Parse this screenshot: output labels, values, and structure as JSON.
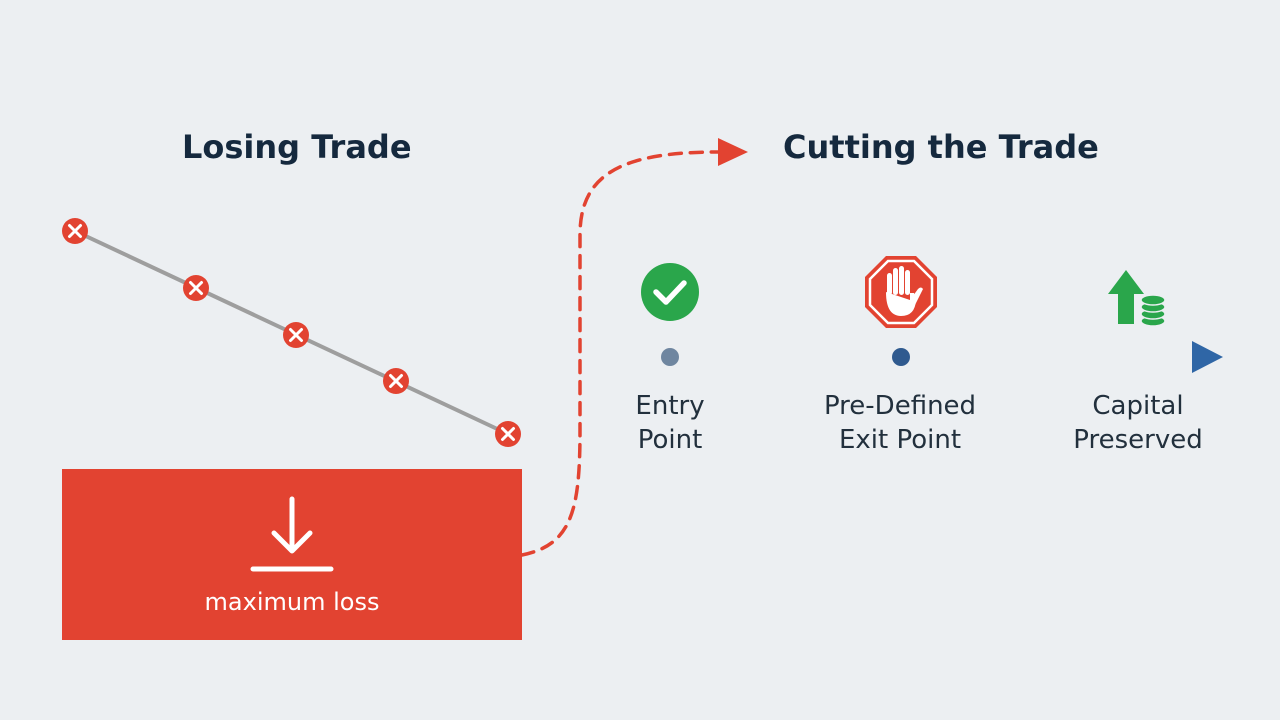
{
  "diagram": {
    "left_heading": "Losing Trade",
    "right_heading": "Cutting the Trade",
    "loss_label": "maximum loss",
    "stages": [
      {
        "line1": "Entry",
        "line2": "Point",
        "icon": "check-circle-icon",
        "color": "#2aa64b"
      },
      {
        "line1": "Pre-Defined",
        "line2": "Exit Point",
        "icon": "stop-hand-icon",
        "color": "#e24331"
      },
      {
        "line1": "Capital",
        "line2": "Preserved",
        "icon": "arrow-up-coins-icon",
        "color": "#2aa64b"
      }
    ]
  },
  "colors": {
    "loss_red": "#e24331",
    "timeline_blue": "#2f66a6",
    "heading_navy": "#15293e",
    "success_green": "#2aa64b",
    "background": "#eceff2"
  }
}
